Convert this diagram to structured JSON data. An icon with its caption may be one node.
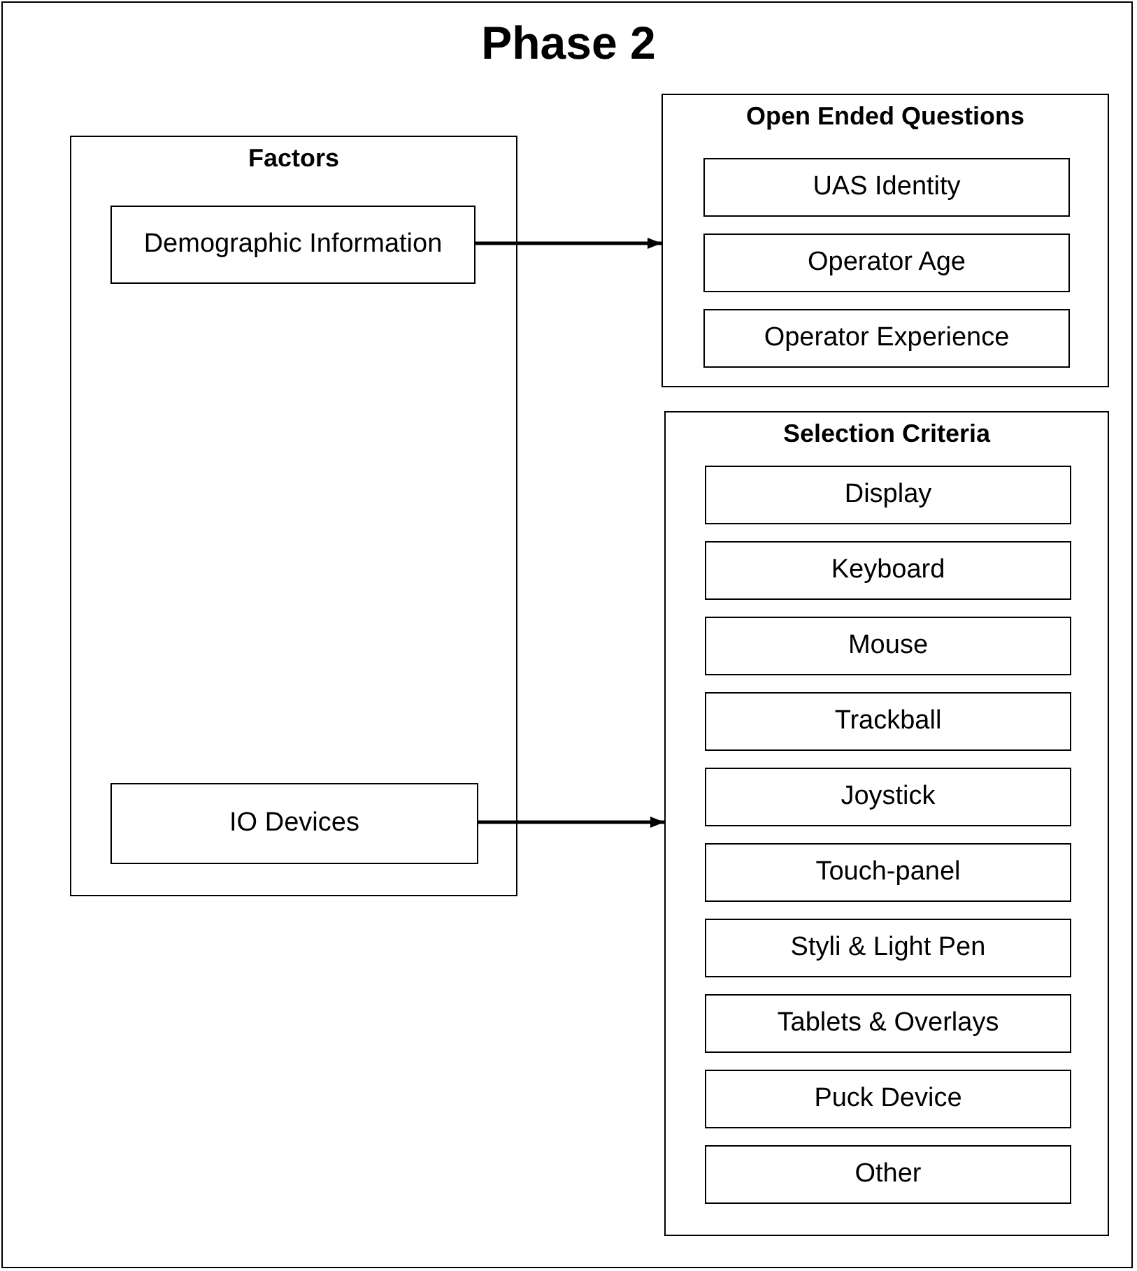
{
  "diagram": {
    "title": "Phase 2",
    "nodes": [
      {
        "text": [
          "Factors"
        ]
      },
      {
        "text": [
          "Demographic Information"
        ],
        "in": 0
      },
      {
        "text": [
          "IO Devices"
        ],
        "in": 0
      },
      {
        "text": [
          "Open Ended Questions"
        ]
      },
      {
        "text": [
          "UAS Identity"
        ],
        "in": 3
      },
      {
        "text": [
          "Operator Age"
        ],
        "in": 3
      },
      {
        "text": [
          "Operator Experience"
        ],
        "in": 3
      },
      {
        "text": [
          "Selection Criteria"
        ]
      },
      {
        "text": [
          "Display"
        ],
        "in": 7
      },
      {
        "text": [
          "Keyboard"
        ],
        "in": 7
      },
      {
        "text": [
          "Mouse"
        ],
        "in": 7
      },
      {
        "text": [
          "Trackball"
        ],
        "in": 7
      },
      {
        "text": [
          "Joystick"
        ],
        "in": 7
      },
      {
        "text": [
          "Touch-panel"
        ],
        "in": 7
      },
      {
        "text": [
          "Styli & Light Pen"
        ],
        "in": 7
      },
      {
        "text": [
          "Tablets & Overlays"
        ],
        "in": 7
      },
      {
        "text": [
          "Puck Device"
        ],
        "in": 7
      },
      {
        "text": [
          "Other"
        ],
        "in": 7
      }
    ],
    "edges": [
      {
        "from": 1,
        "to": 3,
        "arrow": "to"
      },
      {
        "from": 2,
        "to": 7,
        "arrow": "to"
      }
    ]
  }
}
